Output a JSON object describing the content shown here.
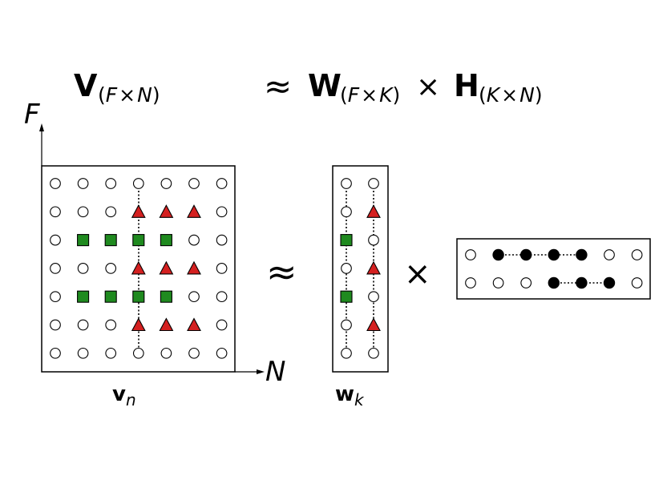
{
  "equation": {
    "v": "V",
    "v_sub_open": "(",
    "v_sub_f": "F",
    "v_sub_times": "×",
    "v_sub_n": "N",
    "v_sub_close": ")",
    "approx": "≈",
    "w": "W",
    "w_sub_open": "(",
    "w_sub_f": "F",
    "w_sub_times": "×",
    "w_sub_k": "K",
    "w_sub_close": ")",
    "times": "×",
    "h": "H",
    "h_sub_open": "(",
    "h_sub_k": "K",
    "h_sub_times": "×",
    "h_sub_n": "N",
    "h_sub_close": ")"
  },
  "axes": {
    "f_label": "F",
    "n_label": "N"
  },
  "matrix_v": {
    "column_label_main": "v",
    "column_label_sub": "n",
    "rows": [
      [
        "circle",
        "circle",
        "circle",
        "circle",
        "circle",
        "circle",
        "circle"
      ],
      [
        "circle",
        "circle",
        "circle",
        "triangle",
        "triangle",
        "triangle",
        "circle"
      ],
      [
        "circle",
        "square",
        "square",
        "square",
        "square",
        "circle",
        "circle"
      ],
      [
        "circle",
        "circle",
        "circle",
        "triangle",
        "triangle",
        "triangle",
        "circle"
      ],
      [
        "circle",
        "square",
        "square",
        "square",
        "square",
        "circle",
        "circle"
      ],
      [
        "circle",
        "circle",
        "circle",
        "triangle",
        "triangle",
        "triangle",
        "circle"
      ],
      [
        "circle",
        "circle",
        "circle",
        "circle",
        "circle",
        "circle",
        "circle"
      ]
    ],
    "highlight_column": 3
  },
  "approx_symbol": "≈",
  "matrix_w": {
    "column_label_main": "w",
    "column_label_sub": "k",
    "columns": [
      [
        "circle",
        "circle",
        "square",
        "circle",
        "square",
        "circle",
        "circle"
      ],
      [
        "circle",
        "triangle",
        "circle",
        "triangle",
        "circle",
        "triangle",
        "circle"
      ]
    ]
  },
  "times_symbol": "×",
  "matrix_h": {
    "rows": [
      [
        "circle",
        "filled",
        "filled",
        "filled",
        "filled",
        "circle",
        "circle"
      ],
      [
        "circle",
        "circle",
        "circle",
        "filled",
        "filled",
        "filled",
        "circle"
      ]
    ]
  },
  "colors": {
    "square_fill": "#1f8a1f",
    "triangle_fill": "#d42020",
    "filled_dot": "#000000",
    "stroke": "#000000"
  }
}
